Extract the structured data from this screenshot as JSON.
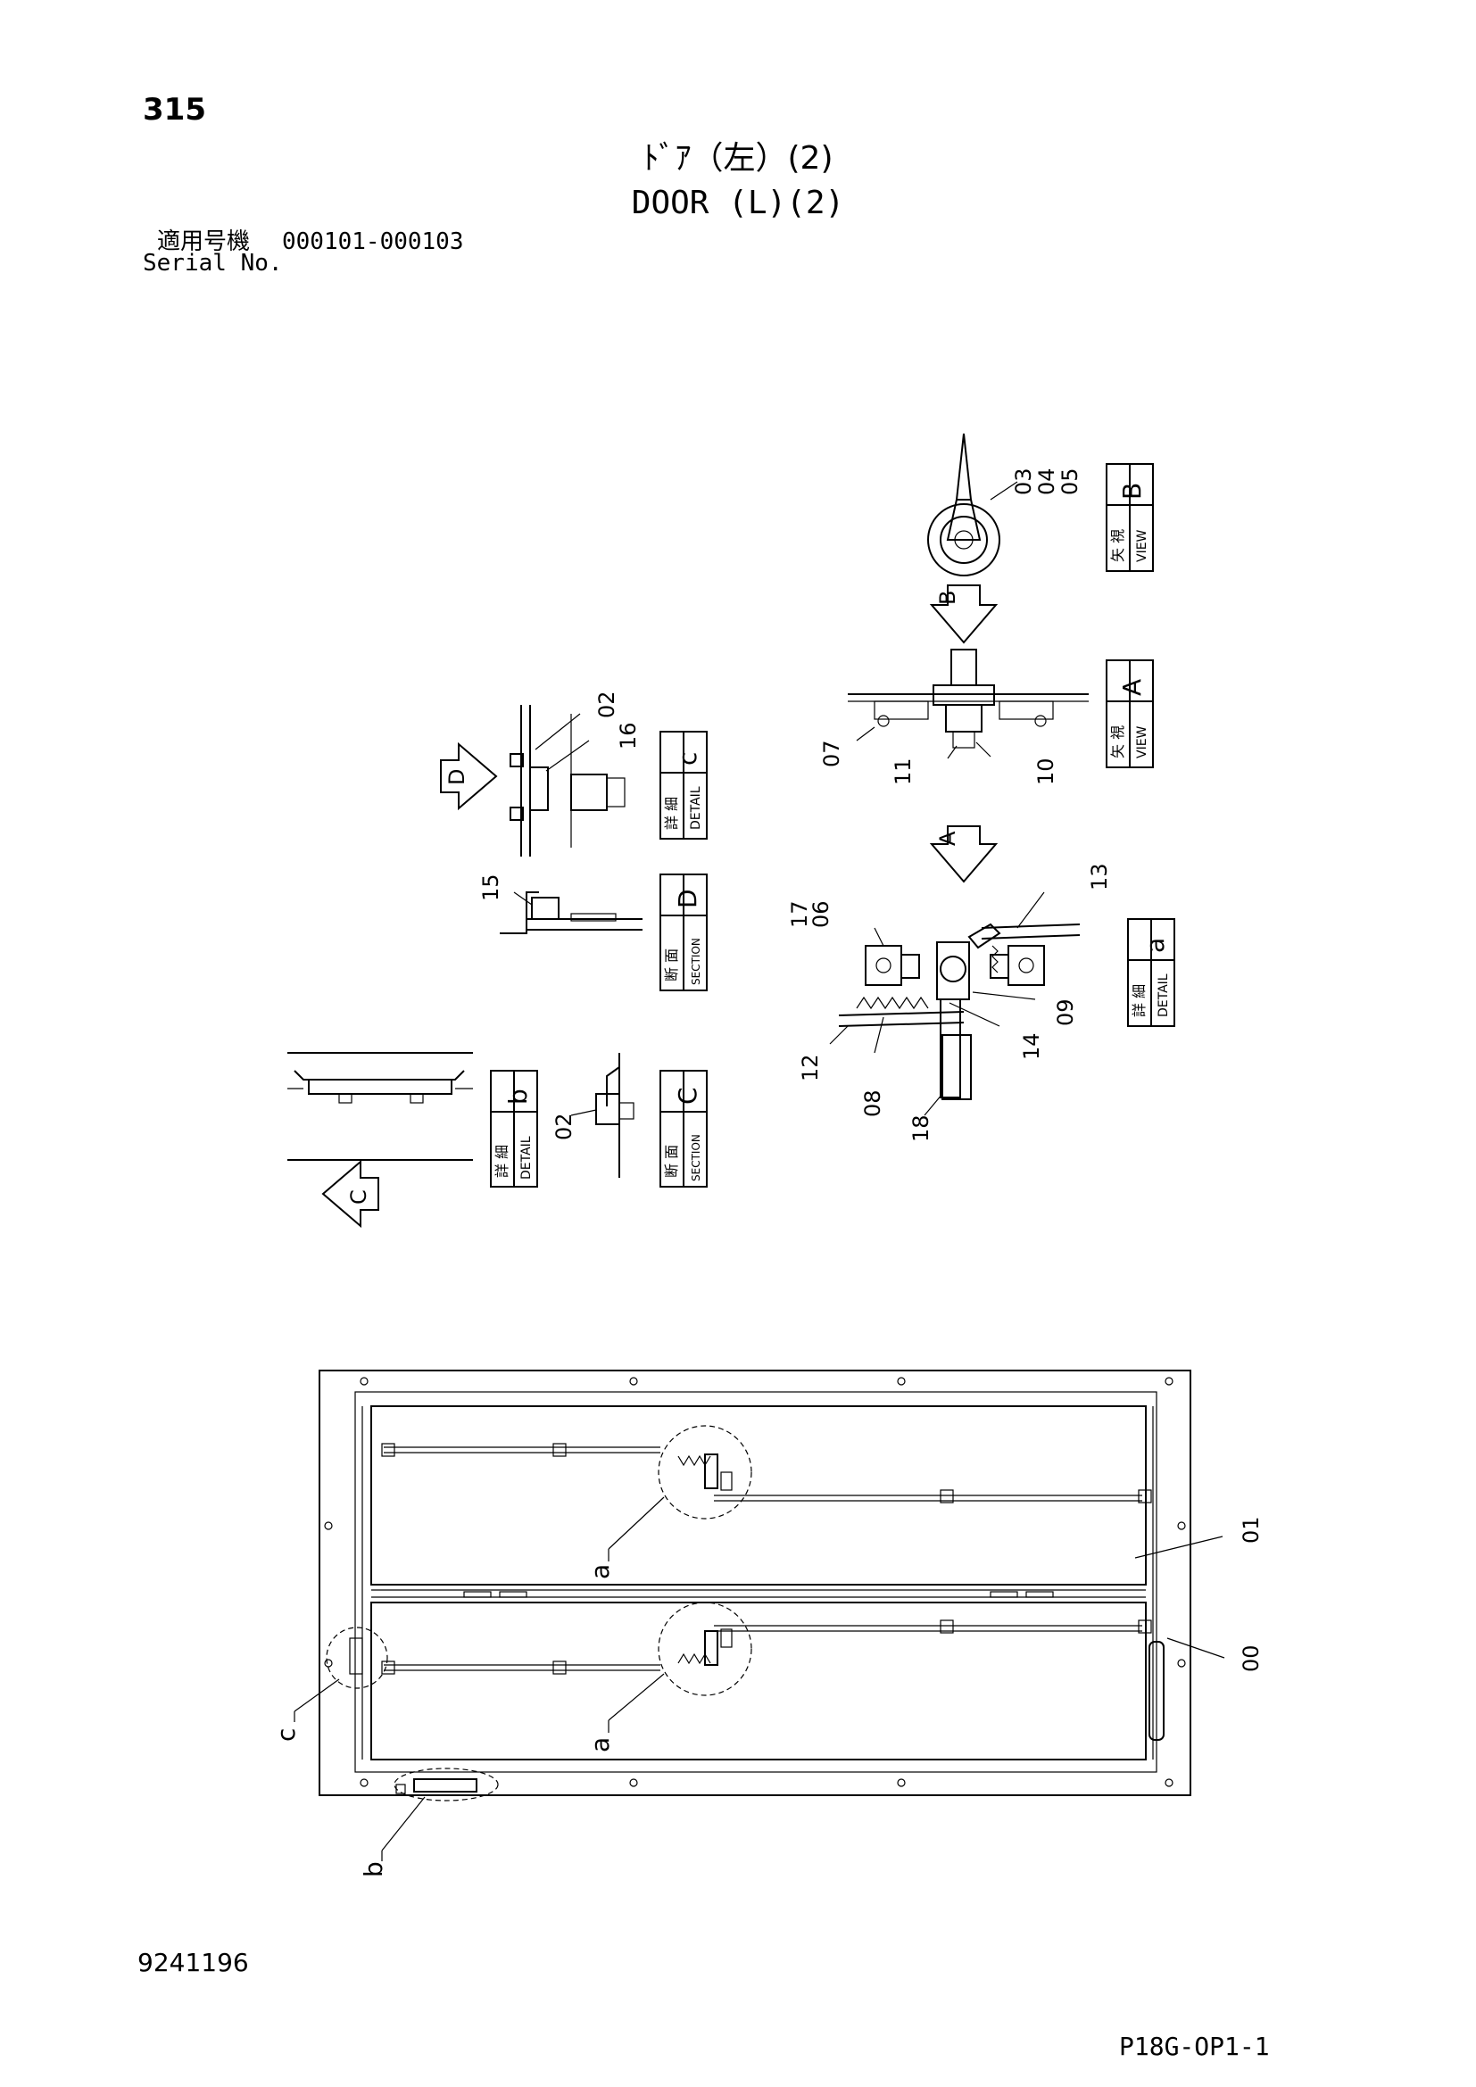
{
  "header": {
    "page_number": "315",
    "title_jp": "ﾄﾞｱ（左）(2)",
    "title_en": "DOOR (L)(2)",
    "serial_label_jp": "適用号機",
    "serial_range": "000101-000103",
    "serial_label_en": "Serial No."
  },
  "footer": {
    "document_number": "9241196",
    "sheet_code": "P18G-OP1-1"
  },
  "views": {
    "view_b": {
      "jp": "矢 視",
      "en": "VIEW",
      "letter": "B"
    },
    "view_a": {
      "jp": "矢 視",
      "en": "VIEW",
      "letter": "A"
    },
    "detail_c": {
      "jp": "詳 細",
      "en": "DETAIL",
      "letter": "c"
    },
    "section_d": {
      "jp": "断 面",
      "en": "SECTION",
      "letter": "D"
    },
    "detail_a": {
      "jp": "詳 細",
      "en": "DETAIL",
      "letter": "a"
    },
    "detail_b": {
      "jp": "詳 細",
      "en": "DETAIL",
      "letter": "b"
    },
    "section_c": {
      "jp": "断 面",
      "en": "SECTION",
      "letter": "C"
    }
  },
  "arrows": {
    "b": "B",
    "a": "A",
    "d": "D",
    "c": "C"
  },
  "callouts": {
    "p03": "03",
    "p04": "04",
    "p05": "05",
    "p02_top": "02",
    "p16": "16",
    "p07": "07",
    "p11": "11",
    "p10": "10",
    "p15": "15",
    "p17": "17",
    "p06": "06",
    "p13": "13",
    "p12": "12",
    "p08": "08",
    "p14": "14",
    "p09": "09",
    "p18": "18",
    "p02_bottom": "02",
    "p01": "01",
    "p00": "00",
    "ref_a1": "a",
    "ref_a2": "a",
    "ref_c": "c",
    "ref_b": "b"
  }
}
